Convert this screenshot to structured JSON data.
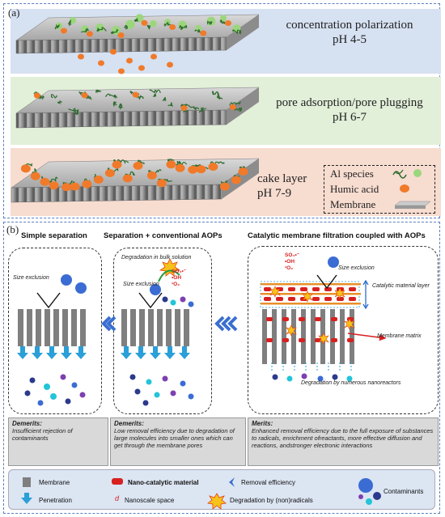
{
  "panel_a": {
    "label": "(a)",
    "rows": [
      {
        "line1": "concentration polarization",
        "line2": "pH 4-5"
      },
      {
        "line1": "pore adsorption/pore plugging",
        "line2": "pH 6-7"
      },
      {
        "line1": "cake layer",
        "line2": "pH 7-9"
      }
    ],
    "legend": {
      "al": "Al species",
      "humic": "Humic acid",
      "membrane": "Membrane"
    }
  },
  "panel_b": {
    "label": "(b)",
    "titles": [
      "Simple separation",
      "Separation + conventional AOPs",
      "Catalytic membrane filtration coupled with AOPs"
    ],
    "labels": {
      "size_exclusion": "Size exclusion",
      "degradation_bulk": "Degradation in bulk solution",
      "catalytic_layer": "Catalytic material layer",
      "membrane_matrix": "Membrane matrix",
      "degradation_nano": "Degradation by numerous nanoreactors",
      "radicals": [
        "SO₄•⁻",
        "•OH",
        "¹O₂"
      ]
    },
    "notes": [
      {
        "title": "Demerits:",
        "text": "Insufficient rejection of contaminants"
      },
      {
        "title": "Demerits:",
        "text": "Low removal efficiency due to degradation of large molecules into smaller ones which can get through the membrane pores"
      },
      {
        "title": "Merits:",
        "text": "Enhanced removal efficiency due to the full exposure of substances to radicals, enrichment ofreactants, more effective diffusion and reactions, andstronger electronic interactions"
      }
    ],
    "legend": {
      "membrane": "Membrane",
      "nano": "Nano-catalytic material",
      "removal": "Removal efficiency",
      "contaminants": "Contaminants",
      "penetration": "Penetration",
      "d": "d",
      "nanoscale": "Nanoscale space",
      "degradation": "Degradation by (non)radicals"
    }
  },
  "colors": {
    "row1": "#d6e1f2",
    "row2": "#e2efd9",
    "row3": "#f7dcd0",
    "orange": "#f07a2a",
    "green": "#9cd67c",
    "arrow": "#2a9fd8",
    "nano": "#d82020"
  }
}
